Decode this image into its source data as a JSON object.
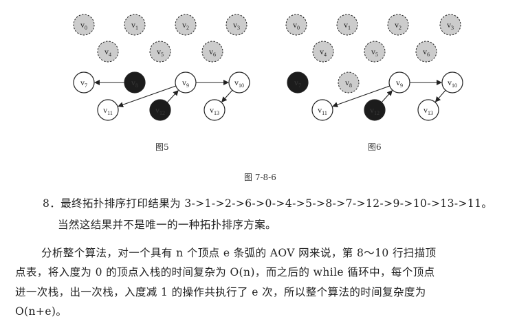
{
  "figure": {
    "subfigures": [
      {
        "caption": "图5",
        "nodes": [
          {
            "id": "v0",
            "label": "v",
            "sub": "0",
            "state": "removed"
          },
          {
            "id": "v1",
            "label": "v",
            "sub": "1",
            "state": "removed"
          },
          {
            "id": "v2",
            "label": "v",
            "sub": "2",
            "state": "removed"
          },
          {
            "id": "v3",
            "label": "v",
            "sub": "3",
            "state": "removed"
          },
          {
            "id": "v4",
            "label": "v",
            "sub": "4",
            "state": "removed"
          },
          {
            "id": "v5",
            "label": "v",
            "sub": "5",
            "state": "removed"
          },
          {
            "id": "v6",
            "label": "v",
            "sub": "6",
            "state": "removed"
          },
          {
            "id": "v7",
            "label": "v",
            "sub": "7",
            "state": "normal"
          },
          {
            "id": "v8",
            "label": "v",
            "sub": "8",
            "state": "current"
          },
          {
            "id": "v9",
            "label": "v",
            "sub": "9",
            "state": "normal"
          },
          {
            "id": "v10",
            "label": "v",
            "sub": "10",
            "state": "normal"
          },
          {
            "id": "v11",
            "label": "v",
            "sub": "11",
            "state": "normal"
          },
          {
            "id": "v12",
            "label": "v",
            "sub": "12",
            "state": "current"
          },
          {
            "id": "v13",
            "label": "v",
            "sub": "13",
            "state": "normal"
          }
        ],
        "edges": [
          {
            "from": "v8",
            "to": "v7"
          },
          {
            "from": "v9",
            "to": "v10"
          },
          {
            "from": "v9",
            "to": "v11"
          },
          {
            "from": "v12",
            "to": "v9"
          },
          {
            "from": "v10",
            "to": "v13"
          }
        ]
      },
      {
        "caption": "图6",
        "nodes": [
          {
            "id": "v0",
            "label": "v",
            "sub": "0",
            "state": "removed"
          },
          {
            "id": "v1",
            "label": "v",
            "sub": "1",
            "state": "removed"
          },
          {
            "id": "v2",
            "label": "v",
            "sub": "2",
            "state": "removed"
          },
          {
            "id": "v3",
            "label": "v",
            "sub": "3",
            "state": "removed"
          },
          {
            "id": "v4",
            "label": "v",
            "sub": "4",
            "state": "removed"
          },
          {
            "id": "v5",
            "label": "v",
            "sub": "5",
            "state": "removed"
          },
          {
            "id": "v6",
            "label": "v",
            "sub": "6",
            "state": "removed"
          },
          {
            "id": "v7",
            "label": "v",
            "sub": "7",
            "state": "current"
          },
          {
            "id": "v8",
            "label": "v",
            "sub": "8",
            "state": "removed"
          },
          {
            "id": "v9",
            "label": "v",
            "sub": "9",
            "state": "normal"
          },
          {
            "id": "v10",
            "label": "v",
            "sub": "10",
            "state": "normal"
          },
          {
            "id": "v11",
            "label": "v",
            "sub": "11",
            "state": "normal"
          },
          {
            "id": "v12",
            "label": "v",
            "sub": "12",
            "state": "current"
          },
          {
            "id": "v13",
            "label": "v",
            "sub": "13",
            "state": "normal"
          }
        ],
        "edges": [
          {
            "from": "v9",
            "to": "v10"
          },
          {
            "from": "v9",
            "to": "v11"
          },
          {
            "from": "v12",
            "to": "v9"
          },
          {
            "from": "v10",
            "to": "v13"
          }
        ]
      }
    ],
    "caption": "图 7-8-6"
  },
  "colors": {
    "removed_fill": "#cccccc",
    "current_fill": "#1c1c1c",
    "normal_fill": "#ffffff",
    "stroke": "#222222"
  },
  "body": {
    "step8_line1": "8．最终拓扑排序打印结果为 3->1->2->6->0->4->5->8->7->12->9->10->13->11。",
    "step8_line2": "当然这结果并不是唯一的一种拓扑排序方案。",
    "para_line1": "分析整个算法，对一个具有 n 个顶点 e 条弧的 AOV 网来说，第 8～10 行扫描顶",
    "para_line2": "点表，将入度为 0 的顶点入栈的时间复杂为 O(n)，而之后的 while 循环中，每个顶点",
    "para_line3": "进一次栈，出一次栈，入度减 1 的操作共执行了 e 次，所以整个算法的时间复杂度为",
    "para_line4": "O(n+e)。"
  }
}
